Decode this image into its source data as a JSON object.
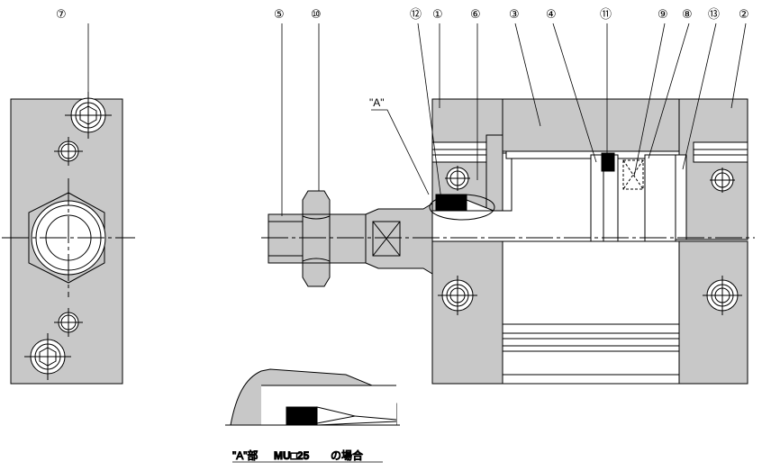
{
  "callouts": {
    "n1": "①",
    "n2": "②",
    "n3": "③",
    "n4": "④",
    "n5": "⑤",
    "n6": "⑥",
    "n7": "⑦",
    "n8": "⑧",
    "n9": "⑨",
    "n10": "⑩",
    "n11": "⑪",
    "n12": "⑫",
    "n13": "⑬"
  },
  "detail_marker": "\"A\"",
  "caption": {
    "prefix": "\"A\"部 ",
    "model": "MU□25",
    "suffix": "の場合"
  },
  "colors": {
    "gray_fill": "#c8c8c8",
    "line": "#000000",
    "seal": "#000000"
  }
}
